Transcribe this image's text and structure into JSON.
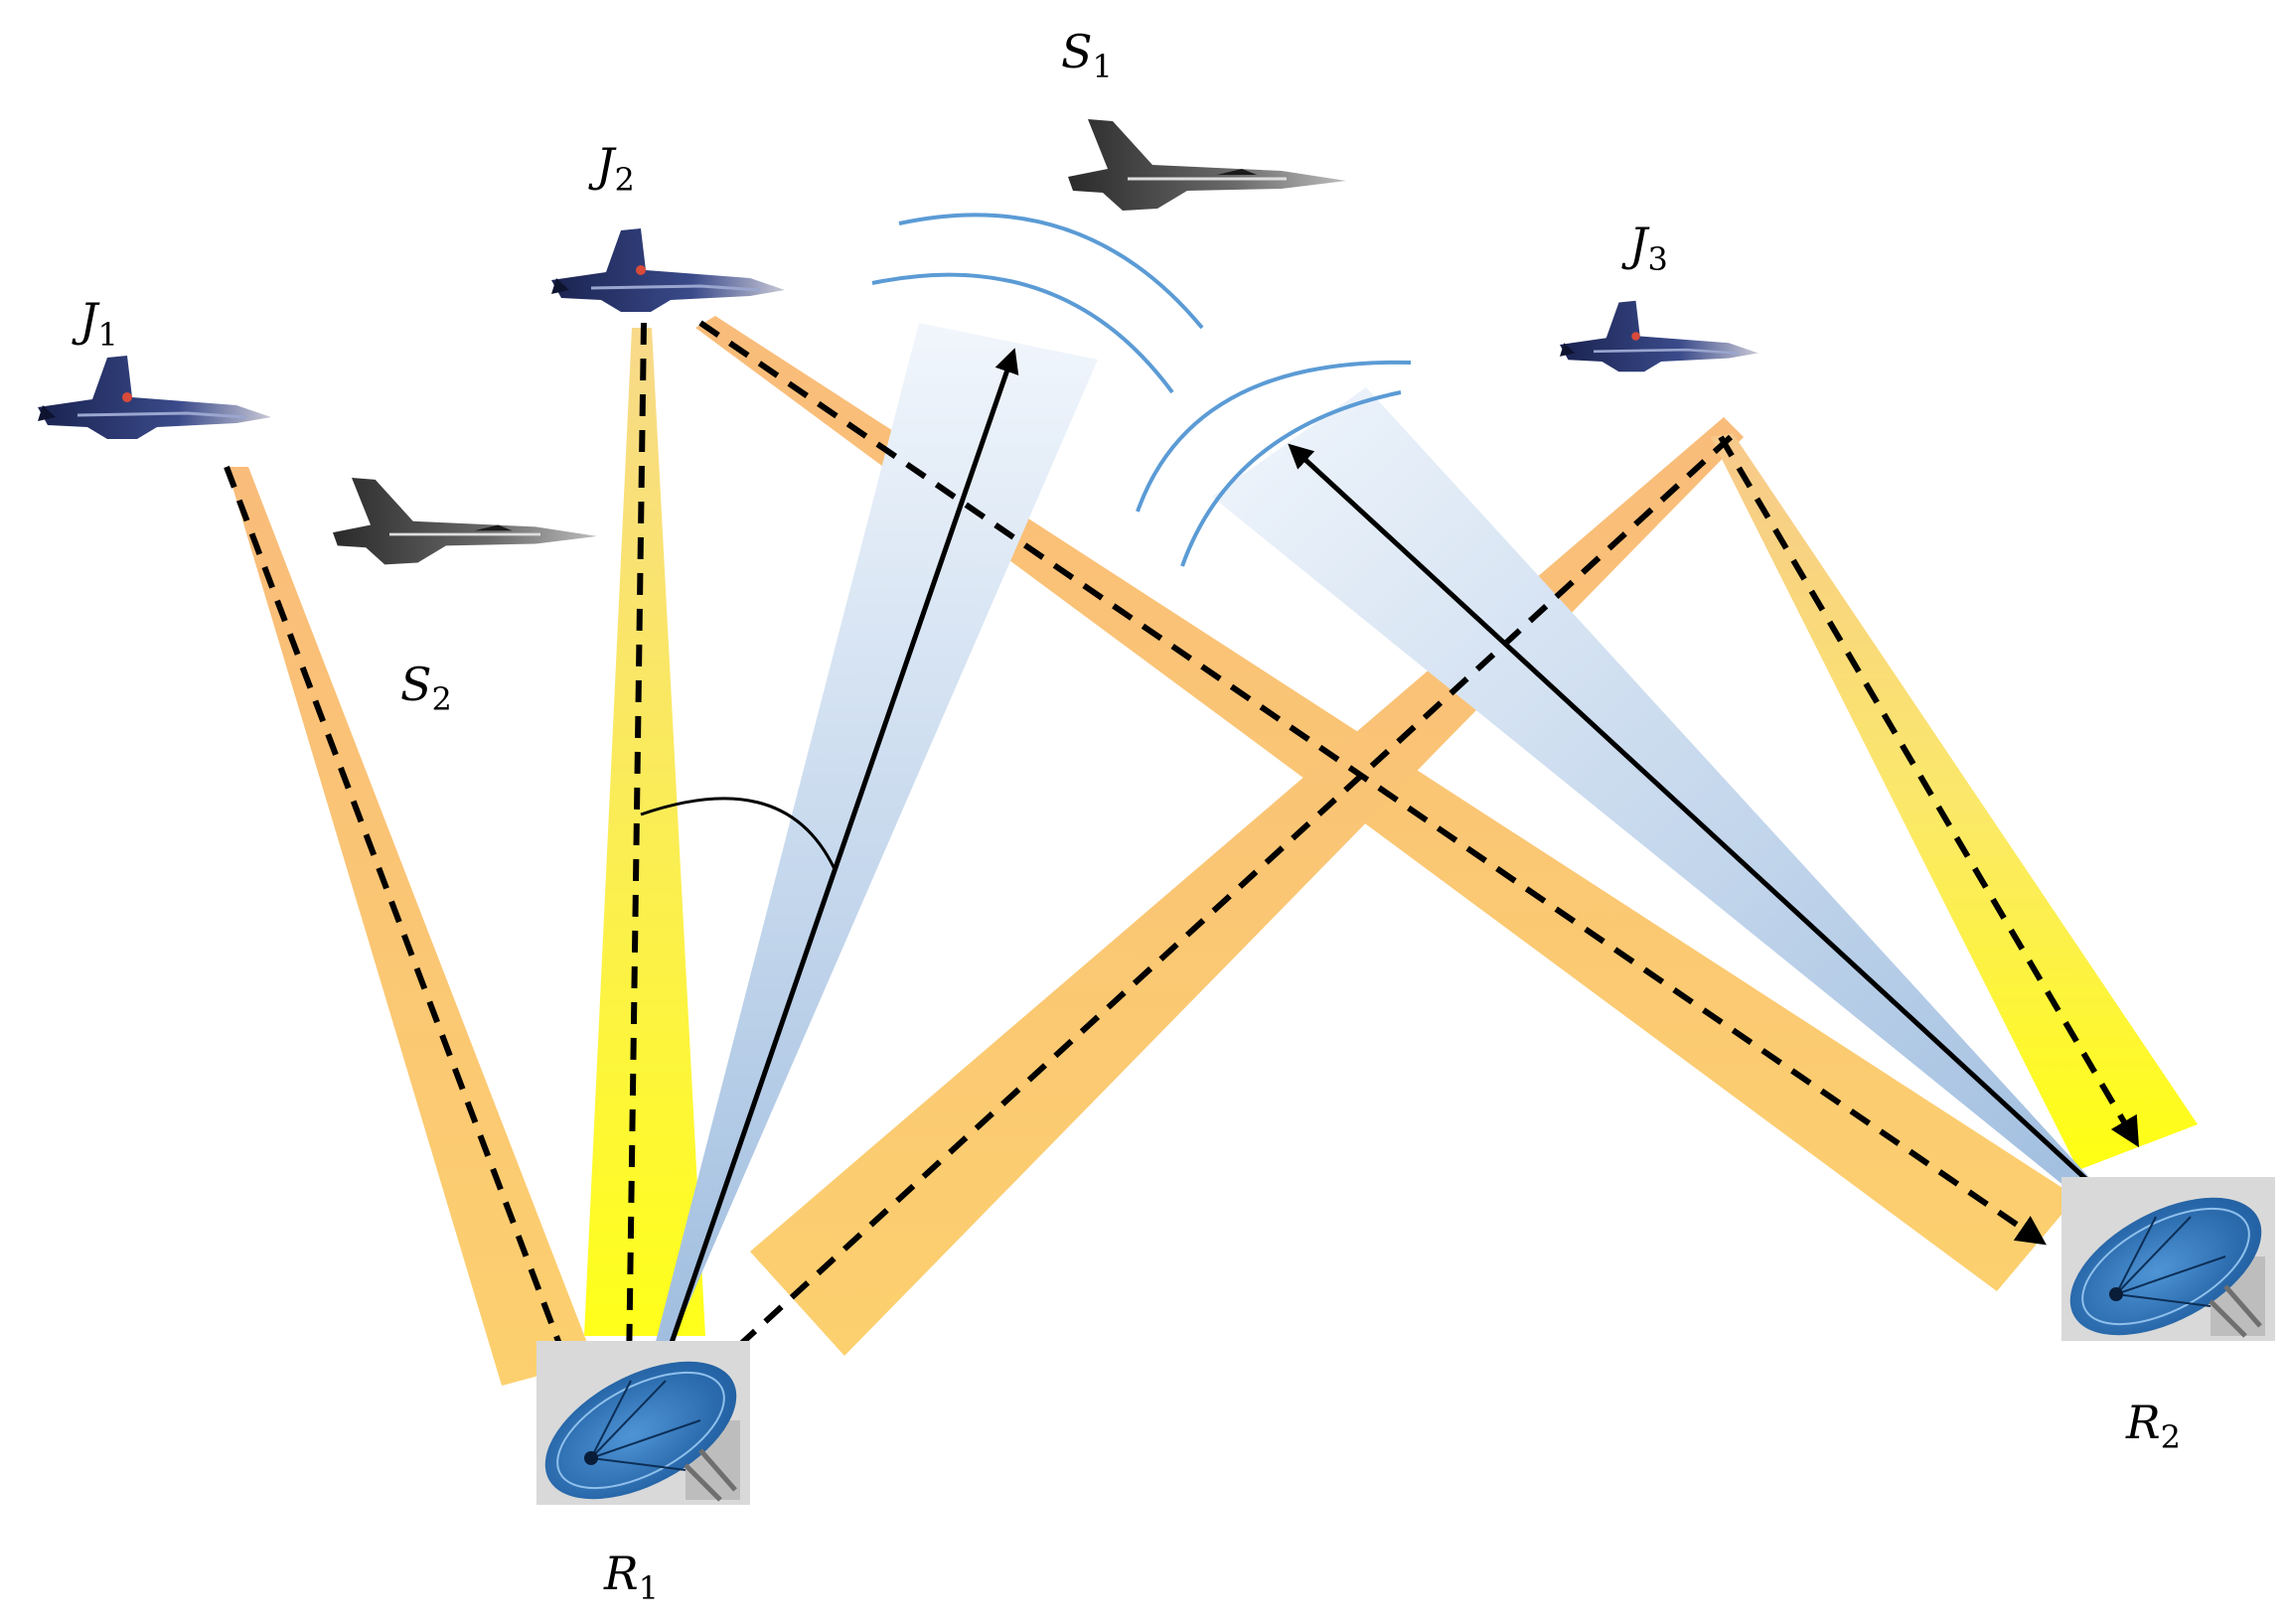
{
  "labels": {
    "j1": {
      "letter": "J",
      "index": "1"
    },
    "j2": {
      "letter": "J",
      "index": "2"
    },
    "j3": {
      "letter": "J",
      "index": "3"
    },
    "s1": {
      "letter": "S",
      "index": "1"
    },
    "s2": {
      "letter": "S",
      "index": "2"
    },
    "r1": {
      "letter": "R",
      "index": "1"
    },
    "r2": {
      "letter": "R",
      "index": "2"
    }
  },
  "icons": {
    "jammer": "jammer-aircraft-icon",
    "target": "target-aircraft-icon",
    "radar": "radar-dish-icon"
  },
  "colors": {
    "jamming_beam": "#f9c46d",
    "main_lobe_jamming_beam": "#ffff33",
    "radar_beam": "#b7cde8",
    "wavefront": "#5b9bd5",
    "arrow": "#000000",
    "radar_dish": "#2f6fb3"
  }
}
